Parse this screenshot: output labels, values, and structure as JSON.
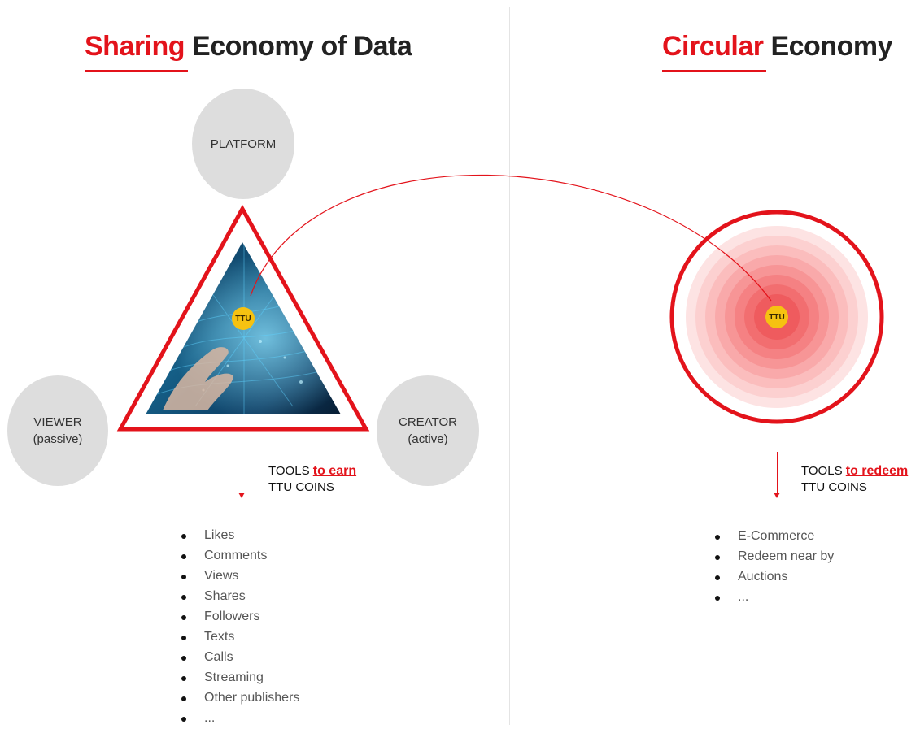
{
  "left": {
    "title_accent": "Sharing",
    "title_rest": " Economy of Data",
    "nodes": {
      "platform": "PLATFORM",
      "viewer": "VIEWER",
      "viewer_sub": "(passive)",
      "creator": "CREATOR",
      "creator_sub": "(active)"
    },
    "coin_label": "TTU",
    "tools_prefix": "TOOLS ",
    "tools_highlight": "to earn",
    "tools_suffix": "TTU COINS",
    "items": [
      "Likes",
      "Comments",
      "Views",
      "Shares",
      "Followers",
      "Texts",
      "Calls",
      "Streaming",
      "Other publishers",
      "..."
    ]
  },
  "right": {
    "title_accent": "Circular",
    "title_rest": " Economy",
    "coin_label": "TTU",
    "tools_prefix": "TOOLS ",
    "tools_highlight": "to redeem",
    "tools_suffix": "TTU COINS",
    "items": [
      "E-Commerce",
      "Redeem near by",
      "Auctions",
      "..."
    ]
  },
  "colors": {
    "accent": "#e3131b",
    "node_fill": "#dddddd",
    "coin": "#f6c211"
  }
}
